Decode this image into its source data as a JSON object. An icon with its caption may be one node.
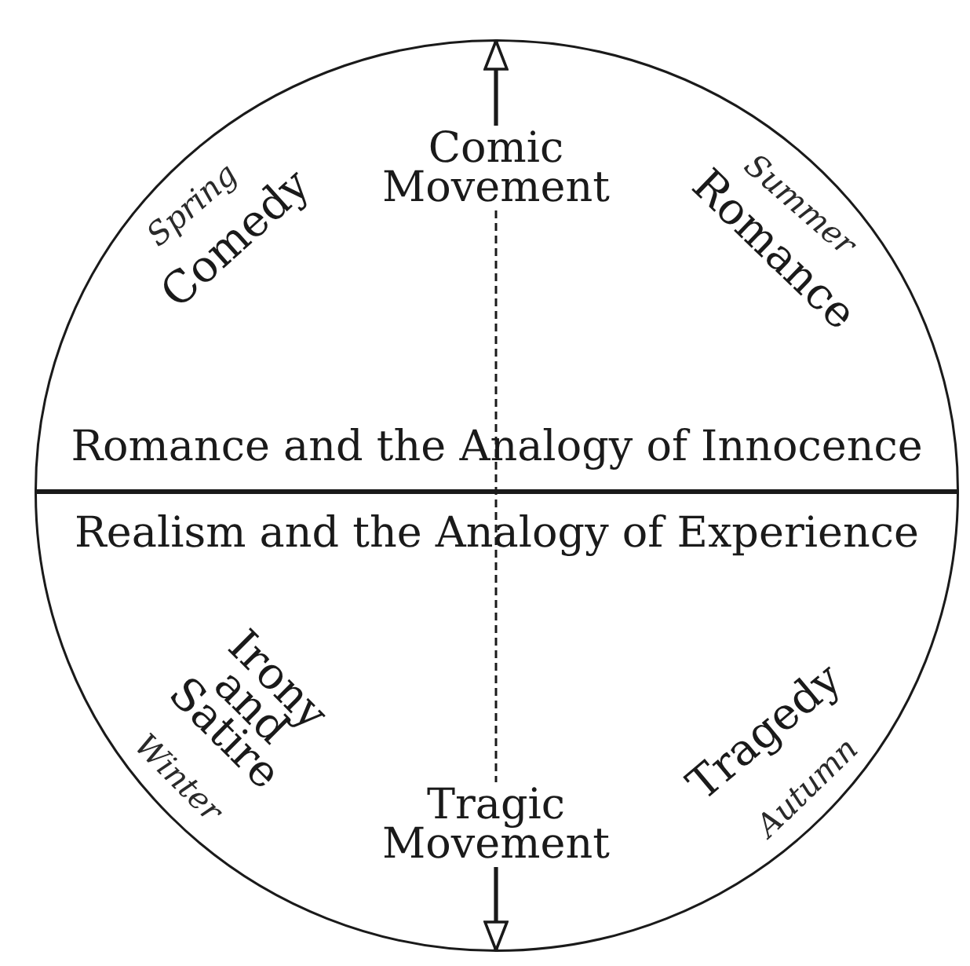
{
  "diagram": {
    "nodes": [
      {
        "text": [
          "Romance and the Analogy of Innocence"
        ]
      },
      {
        "text": [
          "Realism and the Analogy of Experience"
        ]
      },
      {
        "text": [
          "Comic Movement"
        ],
        "in": 0
      },
      {
        "text": [
          "Tragic Movement"
        ],
        "in": 1
      }
    ],
    "edges": [
      {
        "from": 2,
        "to": null,
        "arrow": "to"
      },
      {
        "from": 2,
        "to": 3,
        "arrow": "none",
        "style": "dashed"
      },
      {
        "from": 3,
        "to": null,
        "arrow": "to"
      }
    ],
    "labels": [
      "Spring",
      "Comedy",
      "Summer",
      "Romance",
      "Irony and Satire",
      "Winter",
      "Tragedy",
      "Autumn"
    ]
  }
}
